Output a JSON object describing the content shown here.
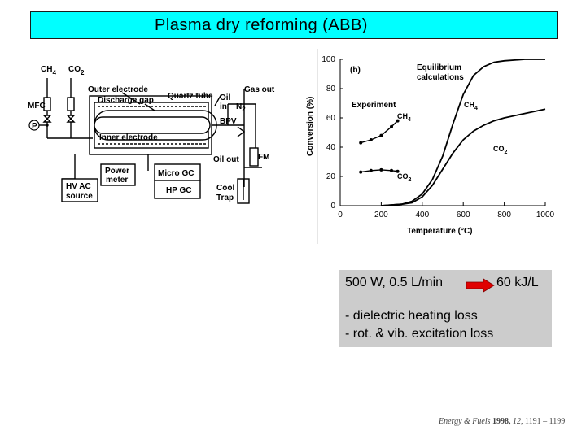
{
  "slide": {
    "title": "Plasma dry reforming (ABB)"
  },
  "schematic": {
    "gas_labels": {
      "ch4": "CH",
      "ch4_sub": "4",
      "co2": "CO",
      "co2_sub": "2"
    },
    "labels": {
      "mfc": "MFC",
      "p": "P",
      "outer_electrode": "Outer electrode",
      "discharge_gap": "Discharge gap",
      "quartz_tube": "Quartz tube",
      "oil_in": "Oil",
      "oil_in_2": "in",
      "n2": "N",
      "n2_sub": "2",
      "gas_out": "Gas out",
      "bpv": "BPV",
      "inner_electrode": "Inner electrode",
      "oil_out": "Oil out",
      "fm": "FM",
      "power_meter_1": "Power",
      "power_meter_2": "meter",
      "micro_gc": "Micro GC",
      "hp_gc": "HP GC",
      "hv_ac_1": "HV AC",
      "hv_ac_2": "source",
      "cool_trap_1": "Cool",
      "cool_trap_2": "Trap"
    }
  },
  "chart_data": {
    "type": "line",
    "panel_label": "(b)",
    "xlabel": "Temperature   (°C)",
    "ylabel": "Conversion (%)",
    "xlim": [
      0,
      1000
    ],
    "ylim": [
      0,
      100
    ],
    "xticks": [
      0,
      200,
      400,
      600,
      800,
      1000
    ],
    "yticks": [
      0,
      20,
      40,
      60,
      80,
      100
    ],
    "annotations": {
      "equilibrium_1": "Equilibrium",
      "equilibrium_2": "calculations",
      "experiment": "Experiment",
      "ch4": "CH",
      "co2": "CO",
      "ch4_sub": "4",
      "co2_sub": "2"
    },
    "series": [
      {
        "name": "CH4",
        "kind": "equilibrium",
        "x": [
          200,
          300,
          350,
          400,
          450,
          500,
          550,
          600,
          650,
          700,
          750,
          800,
          900,
          1000
        ],
        "y": [
          0,
          1,
          3,
          8,
          18,
          34,
          56,
          76,
          89,
          95,
          98,
          99,
          100,
          100
        ]
      },
      {
        "name": "CO2",
        "kind": "equilibrium",
        "x": [
          200,
          300,
          350,
          400,
          450,
          500,
          550,
          600,
          650,
          700,
          750,
          800,
          900,
          1000
        ],
        "y": [
          0,
          1,
          2,
          6,
          14,
          25,
          36,
          45,
          51,
          55,
          58,
          60,
          63,
          66
        ]
      },
      {
        "name": "CH4",
        "kind": "experiment",
        "x": [
          100,
          150,
          200,
          250,
          280
        ],
        "y": [
          43,
          45,
          48,
          54,
          58
        ]
      },
      {
        "name": "CO2",
        "kind": "experiment",
        "x": [
          100,
          150,
          200,
          250,
          280
        ],
        "y": [
          23,
          24,
          24.5,
          24,
          23.5
        ]
      }
    ]
  },
  "info": {
    "left": "500 W, 0.5 L/min",
    "right": "60 kJ/L",
    "lines": [
      "- dielectric heating loss",
      "- rot. & vib. excitation loss"
    ],
    "arrow_color": "#e00000"
  },
  "citation": {
    "journal": "Energy & Fuels",
    "year": "1998,",
    "volume": "12,",
    "pages": "1191 – 1199"
  }
}
